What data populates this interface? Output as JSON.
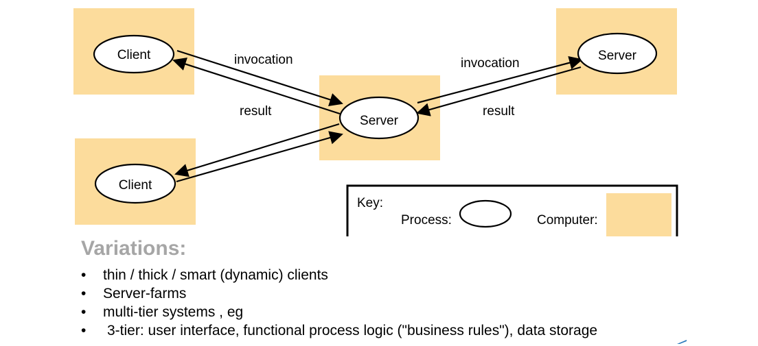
{
  "diagram": {
    "nodes": {
      "client_top": "Client",
      "client_bottom": "Client",
      "server_middle": "Server",
      "server_right": "Server"
    },
    "edges": {
      "invocation_left": "invocation",
      "result_left": "result",
      "invocation_right": "invocation",
      "result_right": "result"
    },
    "colors": {
      "computer_fill": "#fcdc9c",
      "process_fill": "#ffffff",
      "stroke": "#000000"
    }
  },
  "key": {
    "title": "Key:",
    "process_label": "Process:",
    "computer_label": "Computer:"
  },
  "variations": {
    "heading": "Variations:",
    "bullet_glyph": "•",
    "items": [
      "thin / thick / smart (dynamic) clients",
      "Server-farms",
      "multi-tier systems , eg",
      "3-tier: user interface, functional process logic (\"business rules\"), data storage"
    ]
  }
}
